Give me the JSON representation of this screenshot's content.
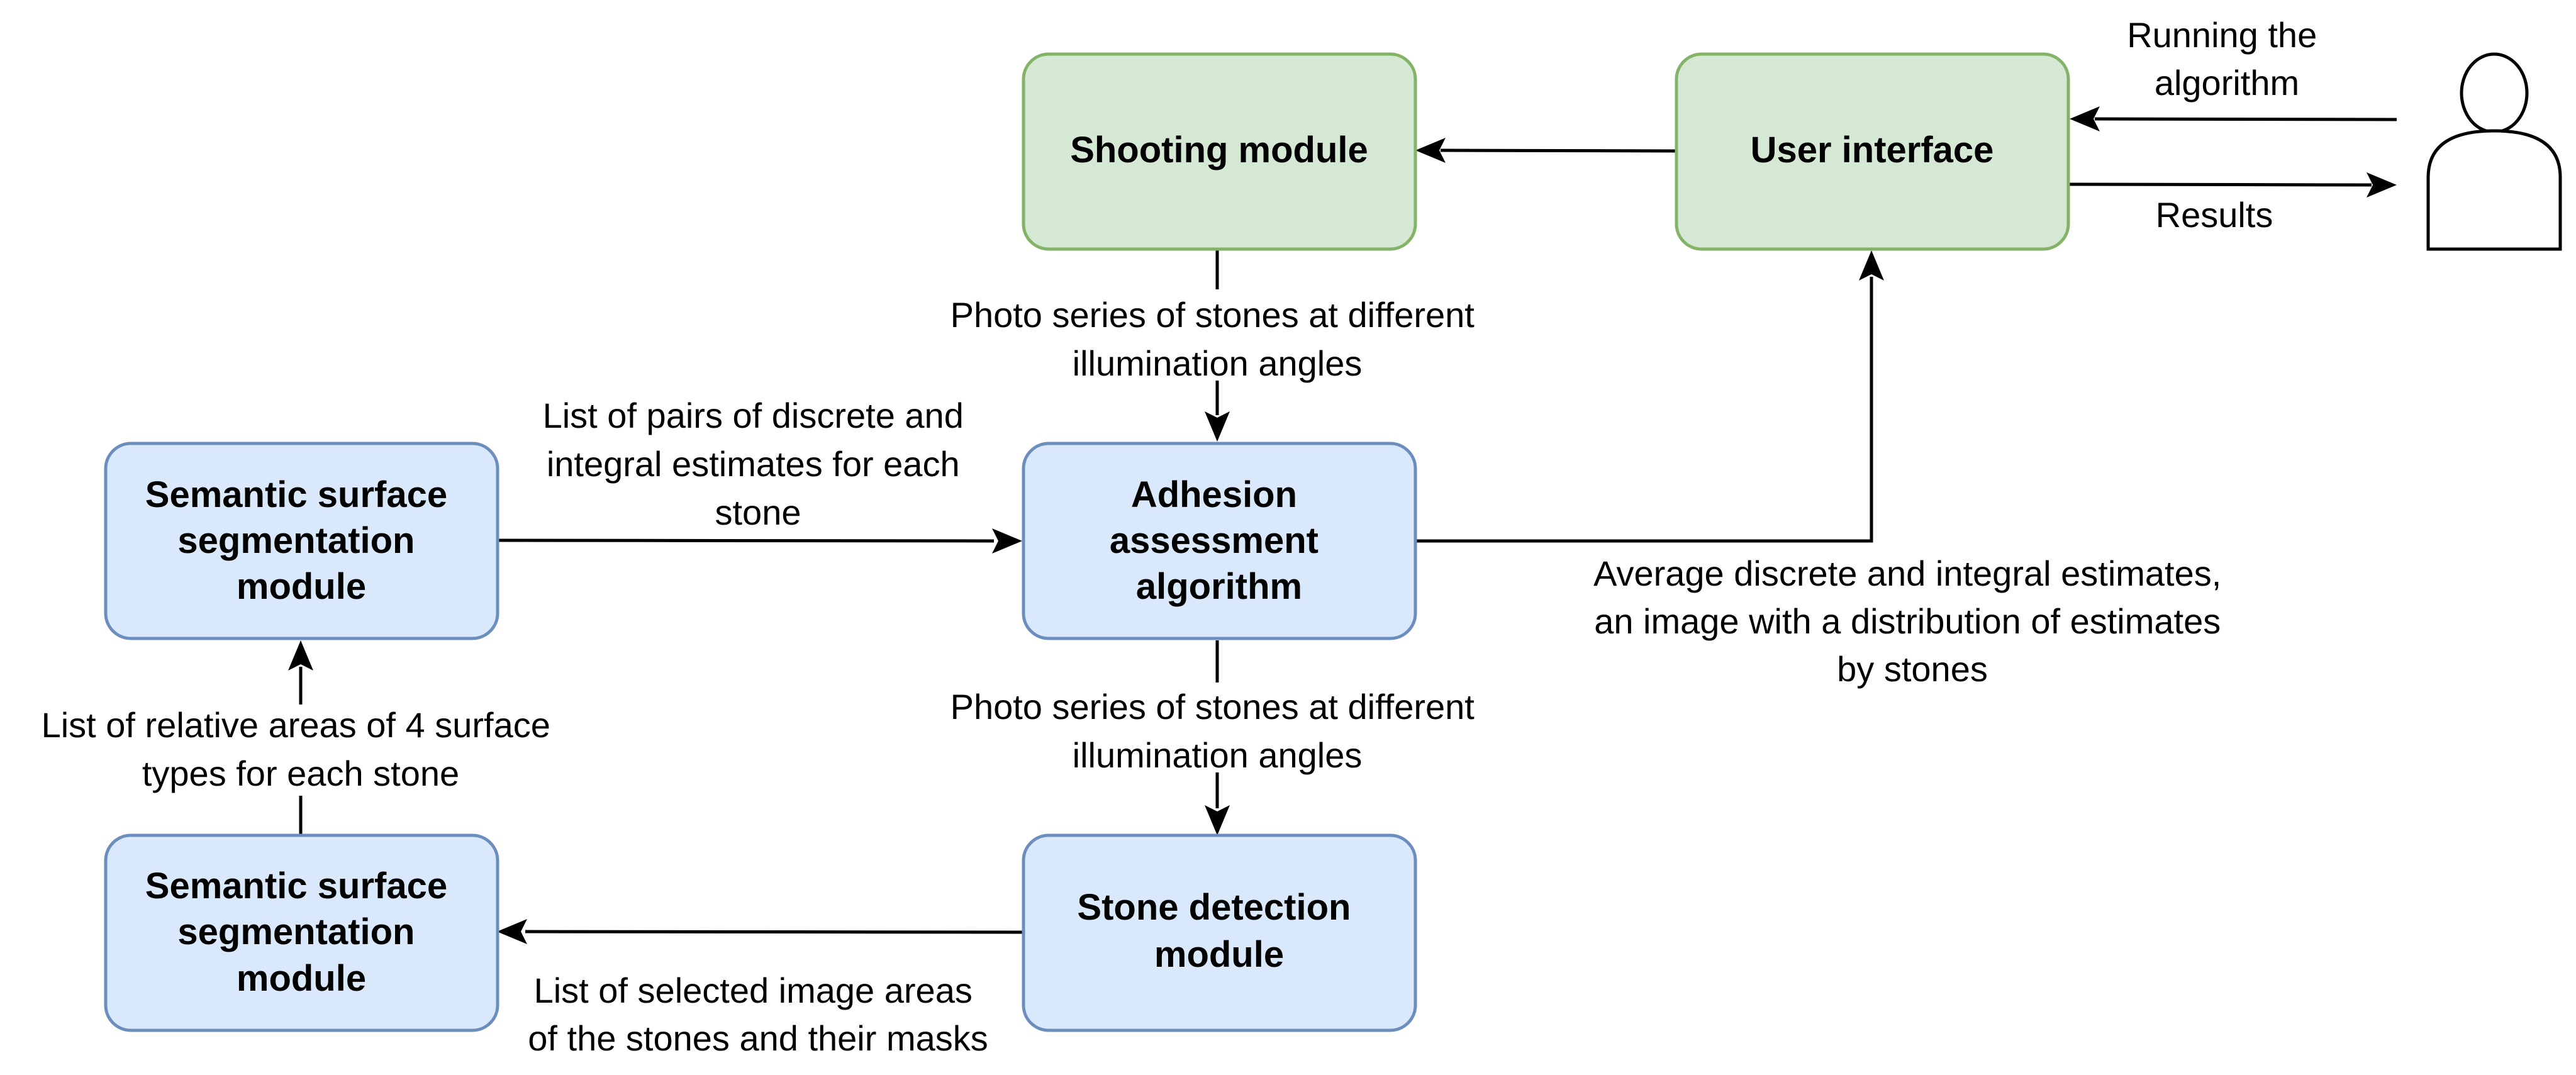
{
  "colors": {
    "green_fill": "#d5e8d4",
    "green_stroke": "#82b366",
    "blue_fill": "#dae8fc",
    "blue_stroke": "#6c8ebf",
    "arrow": "#000000"
  },
  "icons": {
    "user": "person-outline-icon"
  },
  "nodes": {
    "shooting_module": [
      "Shooting module"
    ],
    "user_interface": [
      "User interface"
    ],
    "adhesion_algorithm": [
      "Adhesion",
      "assessment",
      "algorithm"
    ],
    "segmentation_top": [
      "Semantic surface",
      "segmentation",
      "module"
    ],
    "segmentation_bottom": [
      "Semantic surface",
      "segmentation",
      "module"
    ],
    "stone_detection": [
      "Stone detection",
      "module"
    ]
  },
  "edge_labels": {
    "running": [
      "Running the",
      "algorithm"
    ],
    "results": [
      "Results"
    ],
    "photo_series_top": [
      "Photo series of stones at different",
      "illumination angles"
    ],
    "photo_series_bottom": [
      "Photo series of stones at different",
      "illumination angles"
    ],
    "pairs_list": [
      "List of  pairs of discrete and",
      "integral estimates for each",
      "stone"
    ],
    "average_estimates": [
      "Average discrete and integral estimates,",
      "an image with a distribution of estimates",
      "by stones"
    ],
    "relative_areas": [
      "List of relative areas of 4 surface",
      "types for each stone"
    ],
    "selected_areas": [
      "List of selected image areas",
      "of the stones and their masks"
    ]
  }
}
